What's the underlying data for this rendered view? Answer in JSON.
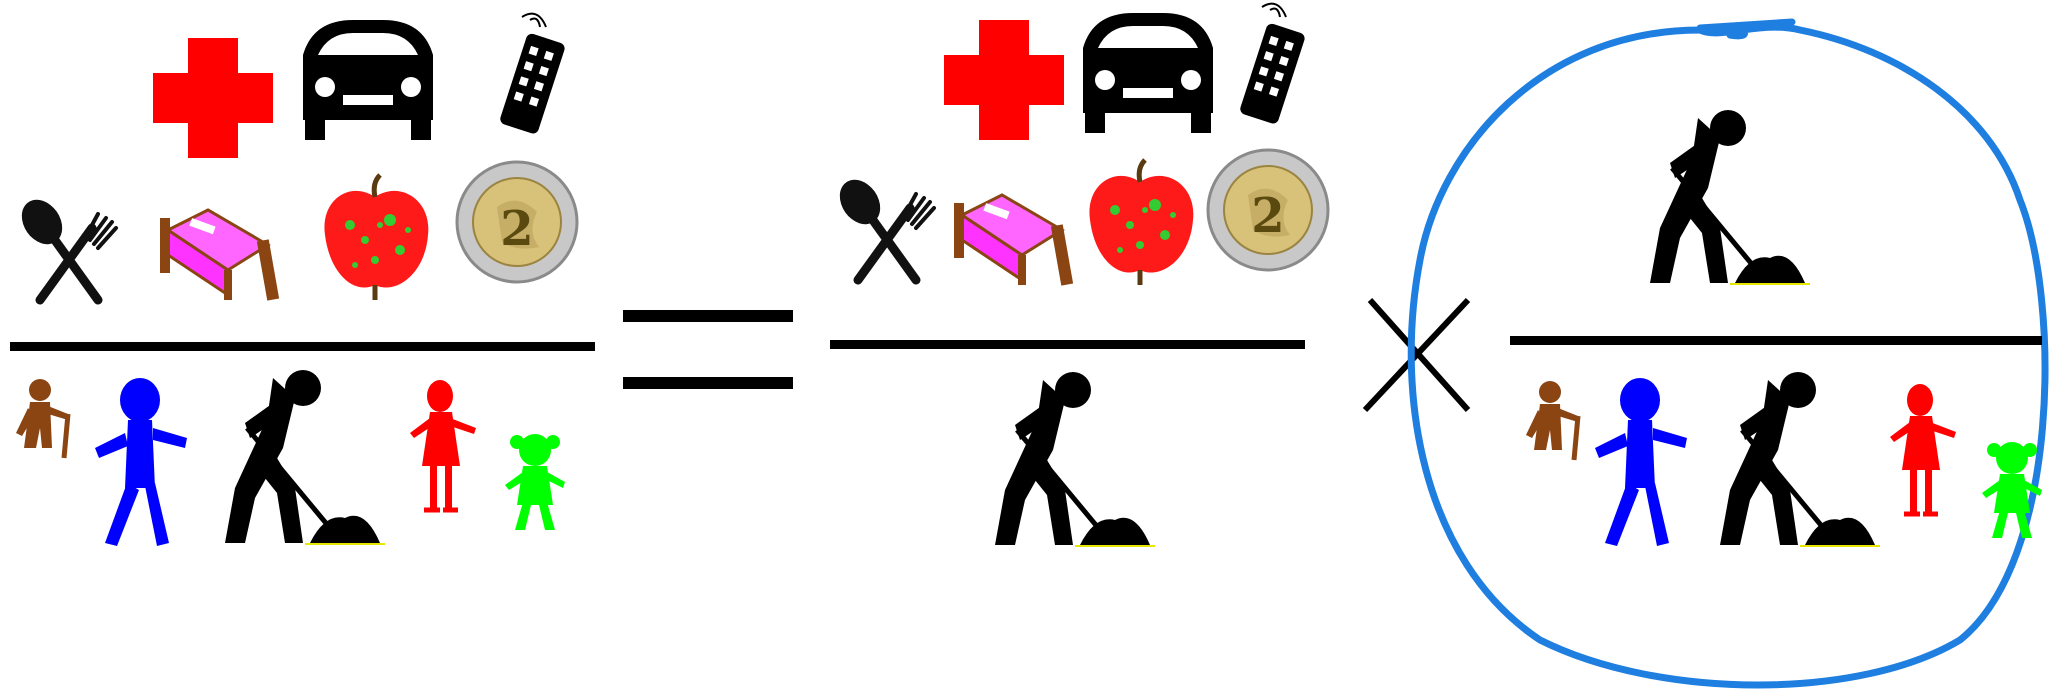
{
  "equation": {
    "left_fraction": {
      "numerator_icons": [
        "medical-cross-icon",
        "car-icon",
        "mobile-phone-icon",
        "spoon-fork-icon",
        "bed-icon",
        "apple-icon",
        "two-euro-coin-icon"
      ],
      "denominator_icons": [
        "elderly-person-icon",
        "man-icon",
        "worker-digging-icon",
        "woman-icon",
        "child-icon"
      ]
    },
    "operator_equals": "equals-sign",
    "middle_fraction": {
      "numerator_icons": [
        "medical-cross-icon",
        "car-icon",
        "mobile-phone-icon",
        "spoon-fork-icon",
        "bed-icon",
        "apple-icon",
        "two-euro-coin-icon"
      ],
      "denominator_icons": [
        "worker-digging-icon"
      ]
    },
    "operator_times": "multiplication-sign",
    "right_fraction": {
      "highlighted": true,
      "highlight_color": "#1f7fe0",
      "numerator_icons": [
        "worker-digging-icon"
      ],
      "denominator_icons": [
        "elderly-person-icon",
        "man-icon",
        "worker-digging-icon",
        "woman-icon",
        "child-icon"
      ]
    }
  },
  "colors": {
    "cross": "#ff0000",
    "ink": "#000000",
    "elder": "#8b4513",
    "man": "#0000ff",
    "woman": "#ff0000",
    "child": "#00ff00",
    "bed": "#ff33ff",
    "bed_frame": "#8b4513",
    "apple": "#ff1a1a",
    "apple_spots": "#33cc33",
    "coin_inner": "#d8c27a",
    "coin_outer": "#c8c8c8",
    "circle": "#1f7fe0"
  },
  "coin": {
    "label": "2"
  }
}
